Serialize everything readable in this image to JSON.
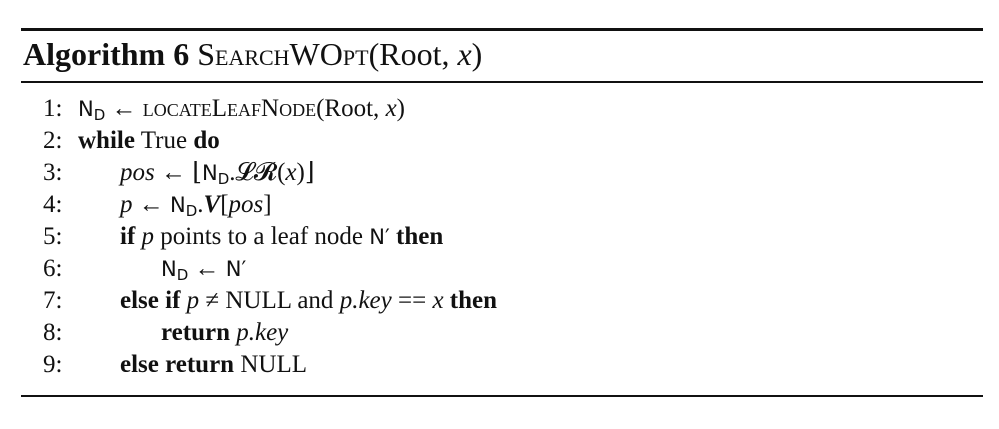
{
  "caption": {
    "label": "Algorithm 6",
    "proc_name": "SearchWOpt",
    "args": "(Root, ",
    "arg_x": "x",
    "close": ")"
  },
  "lines": [
    {
      "num": "1:",
      "t1": "N",
      "t1sub": "D",
      "t2": " ← ",
      "proc": "locateLeafNode",
      "t3": "(Root, ",
      "x": "x",
      "t4": ")"
    },
    {
      "num": "2:",
      "kw1": "while",
      "mid": " True ",
      "kw2": "do"
    },
    {
      "num": "3:",
      "pos": "pos",
      "arrow": " ← ⌊",
      "nd": "N",
      "ndsub": "D",
      "dot": ".",
      "lr": "𝓛𝓡",
      "open": "(",
      "x": "x",
      "close": ")⌋"
    },
    {
      "num": "4:",
      "p": "p",
      "arrow": " ← ",
      "nd": "N",
      "ndsub": "D",
      "dot": ".",
      "v": "V",
      "open": "[",
      "pos": "pos",
      "close": "]"
    },
    {
      "num": "5:",
      "kw1": "if",
      "p": "p",
      "mid": " points to a leaf node ",
      "n": "N′",
      "kw2": "then"
    },
    {
      "num": "6:",
      "nd": "N",
      "ndsub": "D",
      "arrow": " ← ",
      "n": "N′"
    },
    {
      "num": "7:",
      "kw1": "else if",
      "p": "p",
      "ne": " ≠ NULL and ",
      "p2": "p",
      "key": ".key",
      "eq": " == ",
      "x": "x",
      "kw2": "then"
    },
    {
      "num": "8:",
      "kw1": "return",
      "p": "p",
      "key": ".key"
    },
    {
      "num": "9:",
      "kw1": "else return",
      "rest": " NULL"
    }
  ]
}
